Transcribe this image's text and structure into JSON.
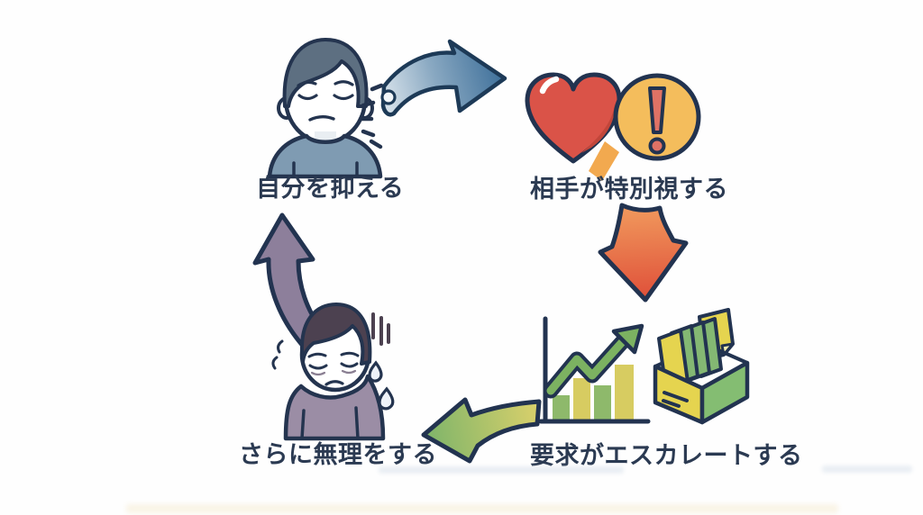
{
  "diagram": {
    "type": "cycle-flow",
    "topic": "self-suppression escalation cycle",
    "background_color": "#fefefe",
    "label_color": "#2b3a52",
    "outline_color": "#223350",
    "steps": [
      {
        "position": "top-left",
        "label": "自分を抑える",
        "icon": "suppressed-person-icon"
      },
      {
        "position": "top-right",
        "label": "相手が特別視する",
        "icon": "heart-exclamation-icon"
      },
      {
        "position": "bottom-right",
        "label": "要求がエスカレートする",
        "icon": "growth-chart-and-folder-box-icon"
      },
      {
        "position": "bottom-left",
        "label": "さらに無理をする",
        "icon": "exhausted-person-icon"
      }
    ],
    "arrows": [
      {
        "from": "自分を抑える",
        "to": "相手が特別視する",
        "color": "#44749d",
        "style": "curved-up-right"
      },
      {
        "from": "相手が特別視する",
        "to": "要求がエスカレートする",
        "color": "#e04f39",
        "style": "curved-down"
      },
      {
        "from": "要求がエスカレートする",
        "to": "さらに無理をする",
        "color": "#7db46a",
        "style": "straight-left"
      },
      {
        "from": "さらに無理をする",
        "to": "自分を抑える",
        "color": "#8d7f9b",
        "style": "curved-up"
      }
    ],
    "palette": {
      "heart_red": "#da5348",
      "alert_yellow": "#f4bd5c",
      "exclamation_salmon": "#df7265",
      "ribbon_orange": "#f2a94f",
      "bar_green": "#8eb96b",
      "bar_yellow": "#d7cc61",
      "shirt_blue": "#7f9bb2",
      "hair_slate": "#5d6f81",
      "sweater_purple": "#9b8da5",
      "hair_plum": "#4c4150"
    }
  }
}
